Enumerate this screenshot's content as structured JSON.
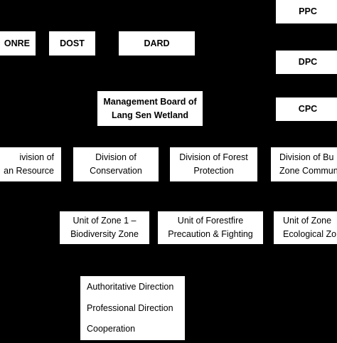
{
  "colors": {
    "background": "#000000",
    "box": "#ffffff",
    "text": "#000000"
  },
  "agencies": {
    "monre": "ONRE",
    "dost": "DOST",
    "dard": "DARD"
  },
  "committees": {
    "ppc": "PPC",
    "dpc": "DPC",
    "cpc": "CPC"
  },
  "board": {
    "line1": "Management Board of",
    "line2": "Lang Sen Wetland"
  },
  "divisions": [
    {
      "line1": "ivision of",
      "line2": "an Resource"
    },
    {
      "line1": "Division of",
      "line2": "Conservation"
    },
    {
      "line1": "Division of Forest",
      "line2": "Protection"
    },
    {
      "line1": "Division of Bu",
      "line2": "Zone Commun"
    }
  ],
  "units": [
    {
      "line1": "Unit of Zone 1 –",
      "line2": "Biodiversity Zone"
    },
    {
      "line1": "Unit of Forestfire",
      "line2": "Precaution & Fighting"
    },
    {
      "line1": "Unit of Zone",
      "line2": "Ecological Zo"
    }
  ],
  "legend": [
    "Authoritative Direction",
    "Professional Direction",
    "Cooperation"
  ]
}
